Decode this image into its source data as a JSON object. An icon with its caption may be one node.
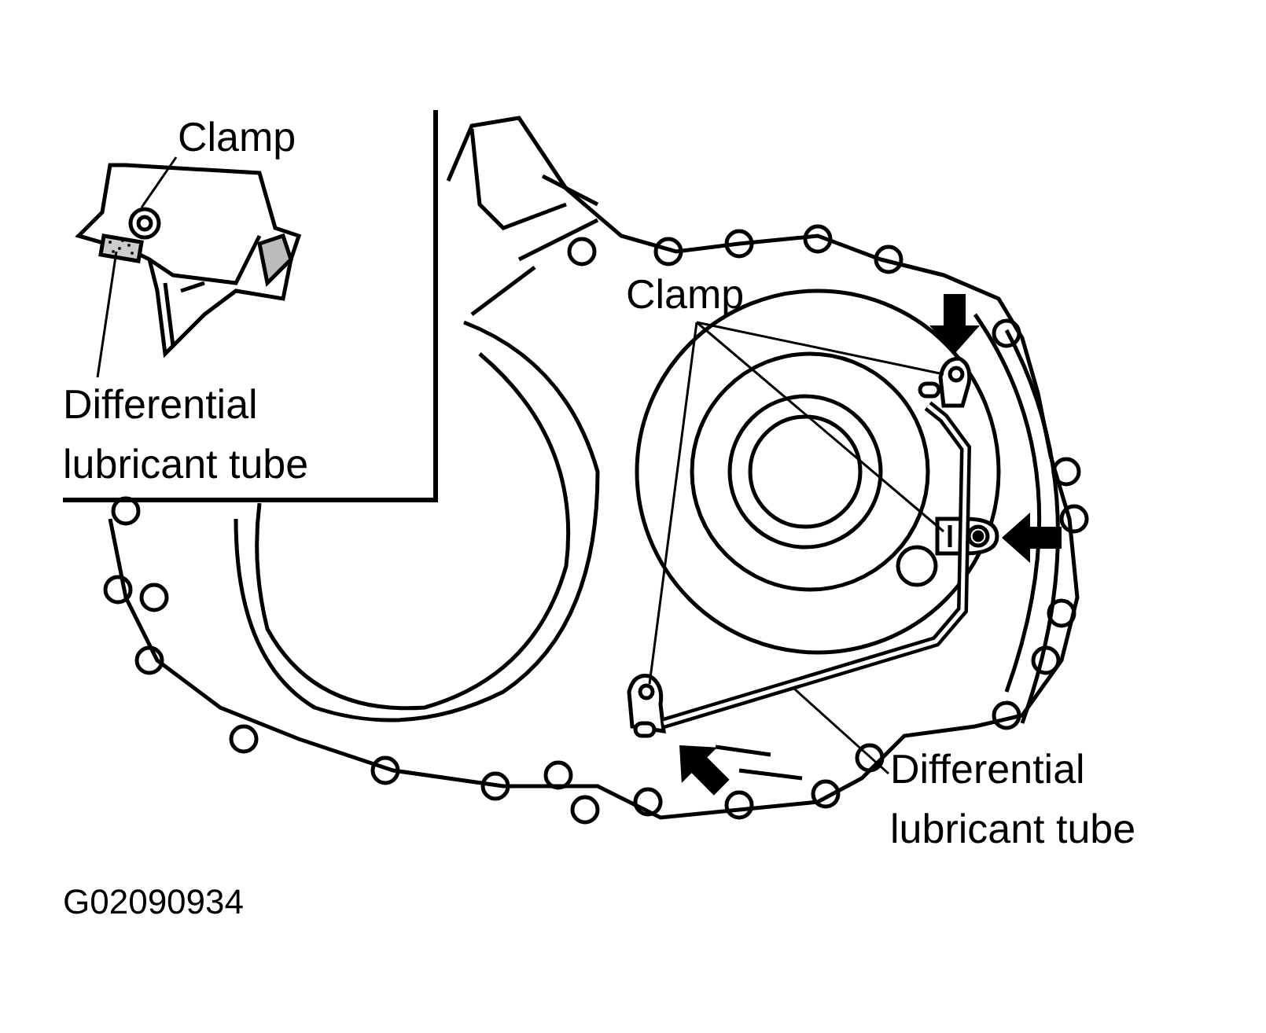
{
  "diagram": {
    "nodes": [
      {
        "text": [
          "Clamp"
        ]
      },
      {
        "text": [],
        "shape": "picture"
      },
      {
        "text": [
          "Differential lubricant tube"
        ]
      },
      {
        "text": [],
        "shape": "picture"
      },
      {
        "text": [
          "Clamp"
        ]
      },
      {
        "text": [],
        "shape": "picture"
      },
      {
        "text": [],
        "shape": "picture"
      },
      {
        "text": [],
        "shape": "picture"
      },
      {
        "text": [
          "Differential lubricant tube"
        ]
      },
      {
        "text": [],
        "shape": "picture"
      }
    ],
    "edges": [
      {
        "from": 0,
        "to": 1,
        "arrow": "none"
      },
      {
        "from": 2,
        "to": 3,
        "arrow": "none"
      },
      {
        "from": 4,
        "to": 5,
        "arrow": "none"
      },
      {
        "from": 4,
        "to": 6,
        "arrow": "none"
      },
      {
        "from": 4,
        "to": 7,
        "arrow": "none"
      },
      {
        "from": 8,
        "to": 9,
        "arrow": "none"
      },
      {
        "from": null,
        "to": 5,
        "arrow": "to",
        "style": "thick"
      },
      {
        "from": null,
        "to": 6,
        "arrow": "to",
        "style": "thick"
      },
      {
        "from": null,
        "to": 7,
        "arrow": "to",
        "style": "thick"
      }
    ],
    "labels": [
      "G02090934"
    ]
  }
}
